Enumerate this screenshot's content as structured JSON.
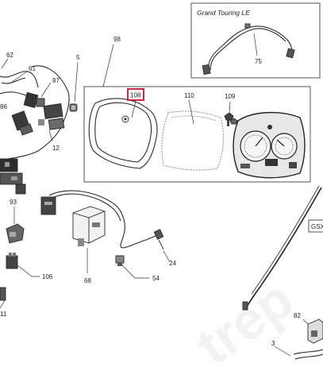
{
  "inset": {
    "title": "Grand Touring LE"
  },
  "highlight": {
    "color": "#c8102e"
  },
  "callouts": {
    "c62": "62",
    "c61": "61",
    "c5": "5",
    "c98": "98",
    "c87": "87",
    "c86": "86",
    "c12": "12",
    "c108": "108",
    "c110": "110",
    "c109": "109",
    "c75": "75",
    "c93": "93",
    "c24": "24",
    "c106": "106",
    "c68": "68",
    "c54": "54",
    "c11": "11",
    "c82": "82",
    "c3": "3"
  },
  "side_tag": {
    "text": "GSX"
  },
  "watermark": {
    "text": "trep"
  }
}
